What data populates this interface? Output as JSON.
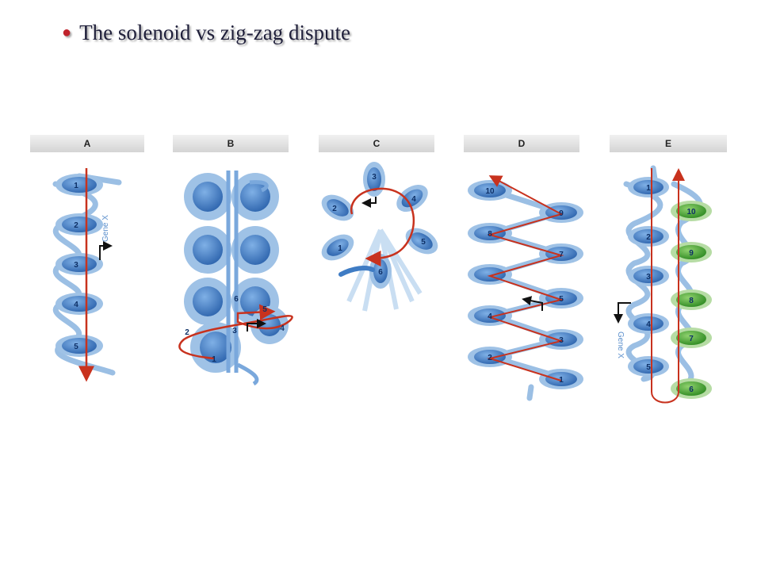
{
  "slide": {
    "title": "The solenoid vs zig-zag dispute",
    "bullet_color": "#c0232c"
  },
  "panels": [
    {
      "id": "A",
      "label": "A",
      "nucleosome_labels": [
        "1",
        "2",
        "3",
        "4",
        "5"
      ],
      "annotation": "Gene X"
    },
    {
      "id": "B",
      "label": "B",
      "nucleosome_labels": [
        "1",
        "2",
        "3",
        "4",
        "5",
        "6"
      ]
    },
    {
      "id": "C",
      "label": "C",
      "nucleosome_labels": [
        "1",
        "2",
        "3",
        "4",
        "5",
        "6"
      ]
    },
    {
      "id": "D",
      "label": "D",
      "nucleosome_labels": [
        "1",
        "2",
        "3",
        "4",
        "5",
        "7",
        "8",
        "9",
        "10"
      ]
    },
    {
      "id": "E",
      "label": "E",
      "nucleosome_labels": [
        "1",
        "2",
        "3",
        "4",
        "5",
        "6",
        "7",
        "8",
        "9",
        "10"
      ],
      "annotation": "Gene X"
    }
  ],
  "colors": {
    "nucleosome": "#3f7cc4",
    "nucleosome_light": "#9fc2e6",
    "linker_dna": "#9bbfe4",
    "axis_arrow": "#c8321e",
    "green_nucleosome": "#3d9a2e",
    "gene_arrow": "#111111"
  }
}
